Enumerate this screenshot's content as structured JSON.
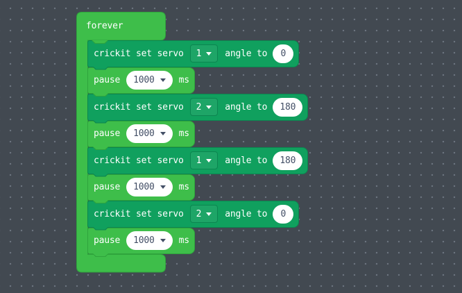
{
  "canvas": {
    "background": "#424951",
    "dot_color": "#6d7680"
  },
  "colors": {
    "canvas_bg": "#424951",
    "dot_color": "#6d7680",
    "loops_fill": "#3EBE4A",
    "loops_stroke": "#2FA43C",
    "crickit_fill": "#10A05E",
    "crickit_stroke": "#0C8550",
    "value_text": "#434F66"
  },
  "program": {
    "forever_label": "forever",
    "blocks": [
      {
        "type": "crickit_set_servo",
        "label_prefix": "crickit set servo",
        "servo": "1",
        "label_mid": "angle to",
        "angle": "0"
      },
      {
        "type": "pause",
        "label": "pause",
        "duration": "1000",
        "unit": "ms"
      },
      {
        "type": "crickit_set_servo",
        "label_prefix": "crickit set servo",
        "servo": "2",
        "label_mid": "angle to",
        "angle": "180"
      },
      {
        "type": "pause",
        "label": "pause",
        "duration": "1000",
        "unit": "ms"
      },
      {
        "type": "crickit_set_servo",
        "label_prefix": "crickit set servo",
        "servo": "1",
        "label_mid": "angle to",
        "angle": "180"
      },
      {
        "type": "pause",
        "label": "pause",
        "duration": "1000",
        "unit": "ms"
      },
      {
        "type": "crickit_set_servo",
        "label_prefix": "crickit set servo",
        "servo": "2",
        "label_mid": "angle to",
        "angle": "0"
      },
      {
        "type": "pause",
        "label": "pause",
        "duration": "1000",
        "unit": "ms"
      }
    ]
  }
}
